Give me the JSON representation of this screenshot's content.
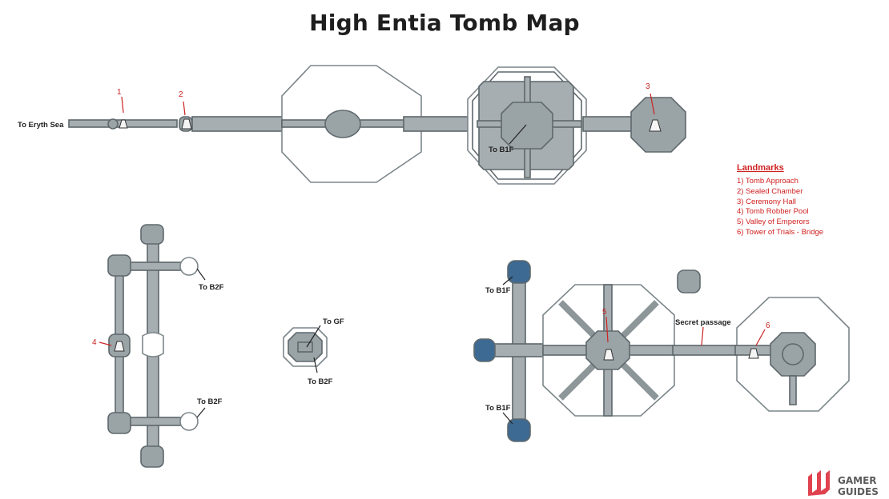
{
  "title": "High Entia Tomb Map",
  "labels": {
    "to_eryth_sea": "To Eryth Sea",
    "to_b1f_top": "To B1F",
    "to_b2f_upper": "To B2F",
    "to_b2f_lower": "To B2F",
    "to_gf": "To GF",
    "to_b2f_mid": "To B2F",
    "to_b1f_upper_right": "To B1F",
    "to_b1f_lower_right": "To B1F",
    "secret_passage": "Secret passage"
  },
  "markers": [
    "1",
    "2",
    "3",
    "4",
    "5",
    "6"
  ],
  "landmarks": {
    "heading": "Landmarks",
    "items": [
      "1) Tomb Approach",
      "2) Sealed Chamber",
      "3) Ceremony Hall",
      "4) Tomb Robber Pool",
      "5) Valley of Emperors",
      "6) Tower of Trials - Bridge"
    ]
  },
  "brand": {
    "line1": "GAMER",
    "line2": "GUIDES",
    "logo_color": "#e0424f"
  },
  "colors": {
    "floor": "#9aa3a6",
    "water": "#3d6a93",
    "landmark_red": "#cc2222"
  }
}
